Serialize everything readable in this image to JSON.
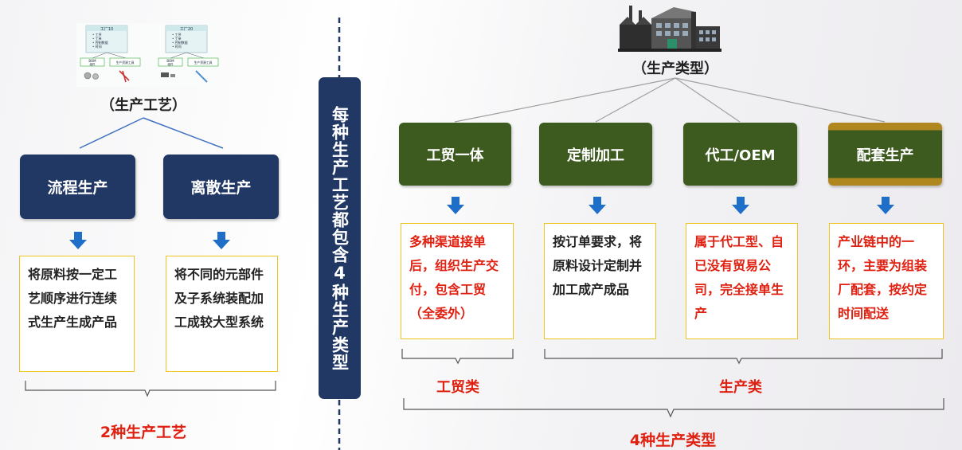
{
  "left": {
    "title": "（生产工艺）",
    "thumb": {
      "card1": {
        "header": "工厂10",
        "items": [
          "• 工序",
          "• 工单",
          "• 控制数据",
          "• 时间"
        ],
        "bom": "BOM",
        "bom_sub": "组件",
        "res": "生产资源工具"
      },
      "card2": {
        "header": "工厂20",
        "items": [
          "• 工序",
          "• 工单",
          "• 控制数据",
          "• 时间"
        ],
        "bom": "BOM",
        "bom_sub": "组件",
        "res": "生产资源工具"
      }
    },
    "boxes": [
      {
        "label": "流程生产",
        "desc": "将原料按一定工艺顺序进行连续式生产生成产品"
      },
      {
        "label": "离散生产",
        "desc": "将不同的元部件及子系统装配加工成较大型系统"
      }
    ],
    "bottom_label": "2种生产工艺"
  },
  "banner": "每种生产工艺都包含4种生产类型",
  "right": {
    "title": "（生产类型）",
    "boxes": [
      {
        "label": "工贸一体",
        "desc": "多种渠道接单后，组织生产交付，包含工贸（全委外）"
      },
      {
        "label": "定制加工",
        "desc": "按订单要求，将原料设计定制并加工成产成品"
      },
      {
        "label": "代工/OEM",
        "desc": "属于代工型、自已没有贸易公司，完全接单生产"
      },
      {
        "label": "配套生产",
        "desc": "产业链中的一环，主要为组装厂配套，按约定时间配送"
      }
    ],
    "group1": "工贸类",
    "group2": "生产类",
    "bottom_label": "4种生产类型"
  },
  "colors": {
    "navy": "#213764",
    "green": "#3d5a1f",
    "red": "#e02010",
    "gold_border": "#f0c420",
    "arrow": "#1f6fc9"
  }
}
